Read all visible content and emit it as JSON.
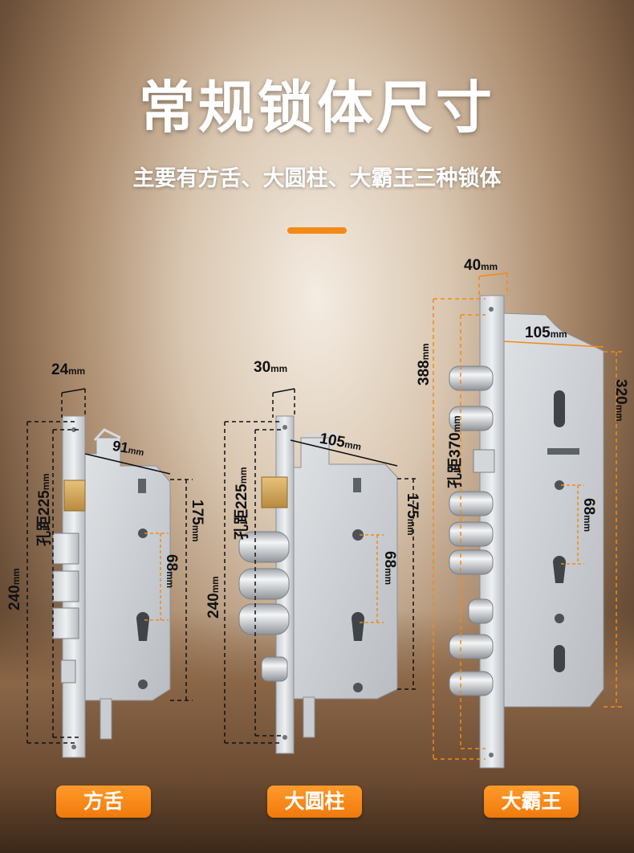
{
  "title": "常规锁体尺寸",
  "subtitle": "主要有方舌、大圆柱、大霸王三种锁体",
  "colors": {
    "accent": "#f28a16",
    "text": "#ffffff",
    "dimension_line_dark": "#111111",
    "dimension_line_orange": "#f28a16"
  },
  "locks": [
    {
      "name": "方舌",
      "plate_width": {
        "value": "24",
        "unit": "mm"
      },
      "body_width": {
        "value": "91",
        "unit": "mm"
      },
      "total_height": {
        "value": "240",
        "unit": "mm"
      },
      "hole_pitch": {
        "prefix": "孔距",
        "value": "225",
        "unit": "mm"
      },
      "body_height": {
        "value": "175",
        "unit": "mm"
      },
      "center_distance": {
        "value": "68",
        "unit": "mm"
      }
    },
    {
      "name": "大圆柱",
      "plate_width": {
        "value": "30",
        "unit": "mm"
      },
      "body_width": {
        "value": "105",
        "unit": "mm"
      },
      "total_height": {
        "value": "240",
        "unit": "mm"
      },
      "hole_pitch": {
        "prefix": "孔距",
        "value": "225",
        "unit": "mm"
      },
      "body_height": {
        "value": "175",
        "unit": "mm"
      },
      "center_distance": {
        "value": "68",
        "unit": "mm"
      }
    },
    {
      "name": "大霸王",
      "plate_width": {
        "value": "40",
        "unit": "mm"
      },
      "body_width": {
        "value": "105",
        "unit": "mm"
      },
      "total_height": {
        "value": "388",
        "unit": "mm"
      },
      "hole_pitch": {
        "prefix": "孔距",
        "value": "370",
        "unit": "mm"
      },
      "body_height": {
        "value": "320",
        "unit": "mm"
      },
      "center_distance": {
        "value": "68",
        "unit": "mm"
      }
    }
  ]
}
